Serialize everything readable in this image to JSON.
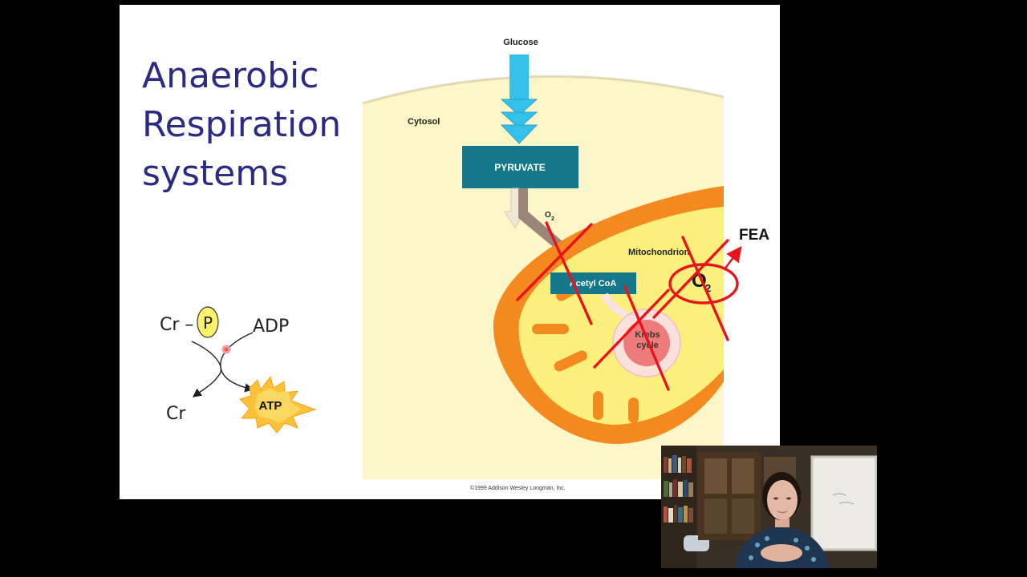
{
  "slide": {
    "title": "Anaerobic\nRespiration\nsystems",
    "copyright": "©1999 Addison Wesley Longman, Inc."
  },
  "creatine_diagram": {
    "cr_top": "Cr –",
    "phosphate": "P",
    "adp": "ADP",
    "cr_bottom": "Cr",
    "atp": "ATP"
  },
  "cell_diagram": {
    "glucose": "Glucose",
    "cytosol": "Cytosol",
    "pyruvate": "PYRUVATE",
    "o2_small": "O",
    "o2_small_sub": "2",
    "mitochondrion": "Mitochondrion",
    "acetyl_coa": "Acetyl CoA",
    "krebs_line1": "Krebs",
    "krebs_line2": "cycle",
    "o2_big": "O",
    "o2_big_sub": "2",
    "fea": "FEA"
  },
  "colors": {
    "title": "#2b2b84",
    "cytosol": "#fdf6c8",
    "mito_outer": "#f4891f",
    "mito_inner": "#fcf07c",
    "pyruvate_box": "#14788a",
    "glucose_arrow": "#33c1ea",
    "annotation_red": "#e8141c",
    "krebs": "#ee7b7b"
  }
}
